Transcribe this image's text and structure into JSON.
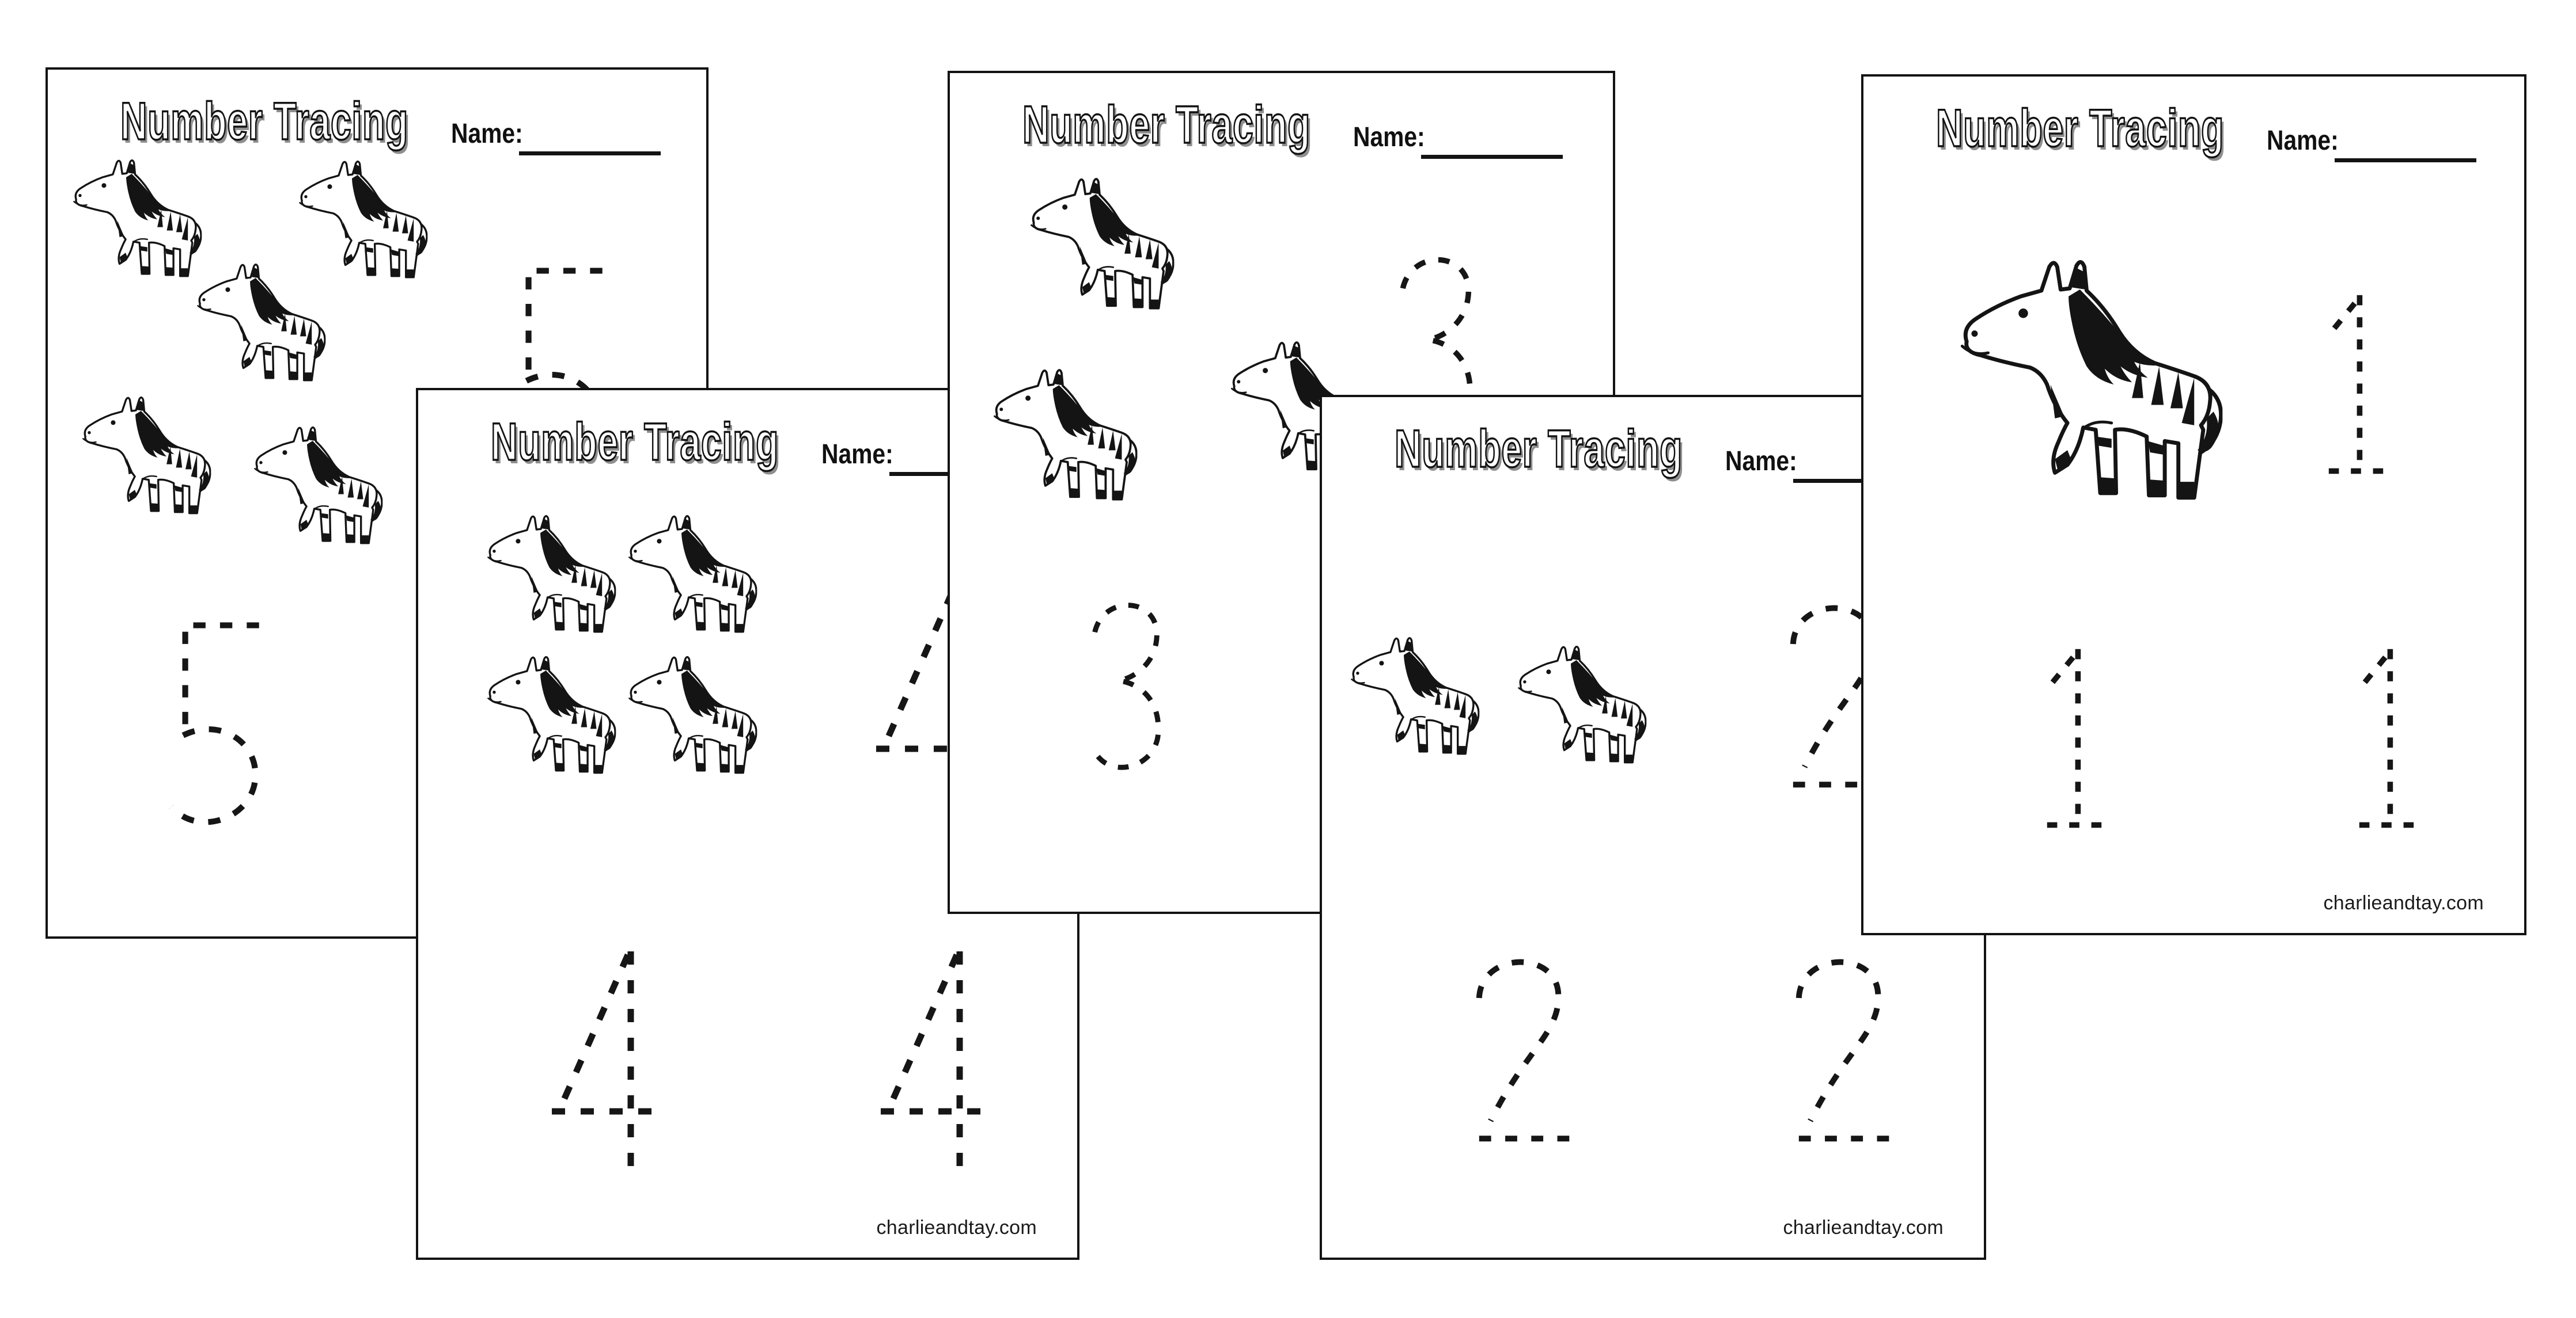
{
  "worksheet": {
    "title": "Number Tracing",
    "name_label": "Name:",
    "website": "charlieandtay.com",
    "ink_color": "#161616",
    "paper_color": "#ffffff",
    "title_fill": "#ffffff",
    "title_shadow": "#8f8f8f",
    "pages": [
      {
        "page": 1,
        "traced_number": "5",
        "zebra_count": 5,
        "number_repetitions": 2
      },
      {
        "page": 2,
        "traced_number": "4",
        "zebra_count": 4,
        "number_repetitions": 3
      },
      {
        "page": 3,
        "traced_number": "3",
        "zebra_count": 3,
        "number_repetitions": 2
      },
      {
        "page": 4,
        "traced_number": "2",
        "zebra_count": 2,
        "number_repetitions": 3
      },
      {
        "page": 5,
        "traced_number": "1",
        "zebra_count": 1,
        "number_repetitions": 3
      }
    ]
  }
}
